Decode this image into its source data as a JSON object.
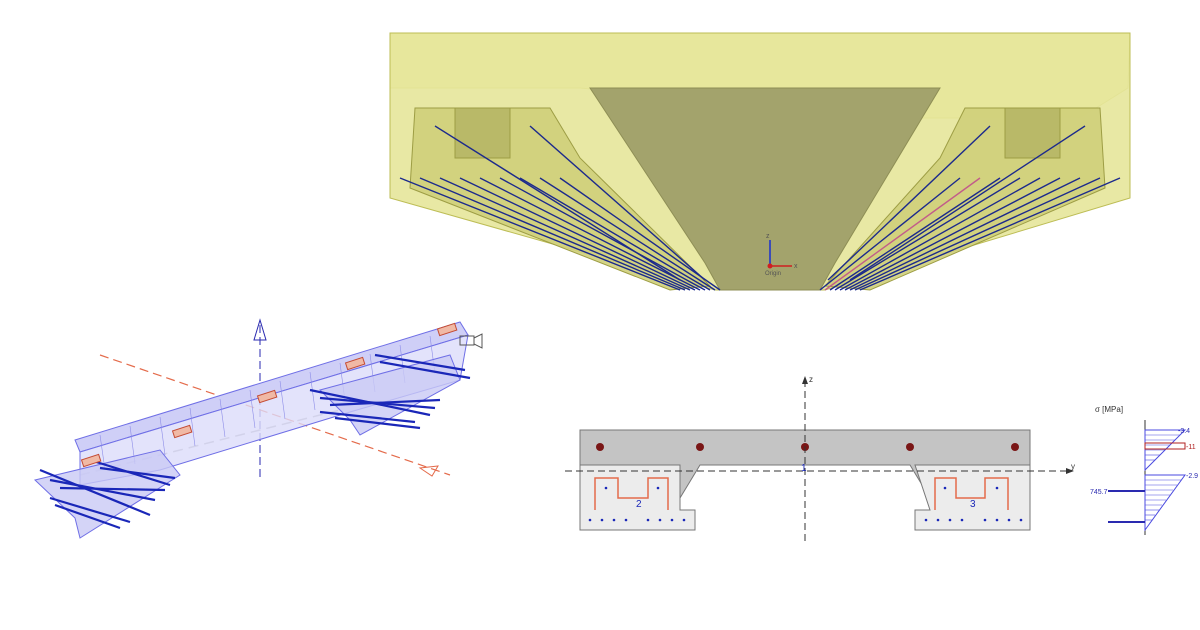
{
  "top_view": {
    "axis_z": "z",
    "axis_x": "x",
    "origin_label": "Origin"
  },
  "wire_view": {},
  "section": {
    "axis_z": "z",
    "axis_y": "y",
    "region_1": "1",
    "region_2": "2",
    "region_3": "3"
  },
  "stress": {
    "title": "σ [MPa]",
    "v1": "-3.4",
    "v2": "-11",
    "v3": "-2.9",
    "v4": "745.7"
  },
  "colors": {
    "solid_fill": "#e3e38a",
    "solid_dark": "#9c9c62",
    "tendon": "#1c2a8c",
    "wire": "#6f6fe6",
    "section_gray": "#c8c8c8",
    "bar_red": "#7a1616",
    "axis_orange": "#e46b4b"
  }
}
